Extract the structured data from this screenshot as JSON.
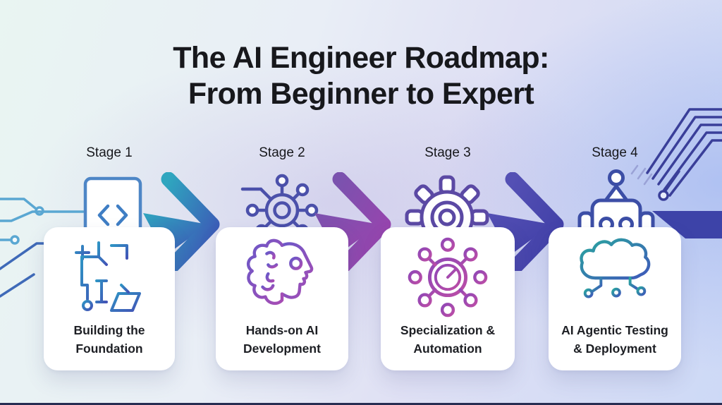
{
  "title": {
    "line1": "The AI Engineer Roadmap:",
    "line2": "From Beginner to Expert"
  },
  "stages": [
    {
      "label": "Stage 1",
      "stage_icon": "code-document-icon",
      "card": {
        "line1": "Building the",
        "line2": "Foundation",
        "icon": "circuit-foundation-icon"
      }
    },
    {
      "label": "Stage 2",
      "stage_icon": "network-hub-icon",
      "card": {
        "line1": "Hands-on AI",
        "line2": "Development",
        "icon": "brain-head-icon"
      }
    },
    {
      "label": "Stage 3",
      "stage_icon": "gear-icon",
      "card": {
        "line1": "Specialization &",
        "line2": "Automation",
        "icon": "automation-hub-icon"
      }
    },
    {
      "label": "Stage 4",
      "stage_icon": "robot-icon",
      "card": {
        "line1": "AI Agentic Testing",
        "line2": "& Deployment",
        "icon": "cloud-circuit-icon"
      }
    }
  ],
  "colors": {
    "title_text": "#17181c",
    "card_background": "#ffffff",
    "arrow1_gradient": [
      "#2fa6bf",
      "#3e4fb5"
    ],
    "arrow2_gradient": [
      "#7b52ae",
      "#9c42ae"
    ],
    "arrow3_gradient": [
      "#5450b4",
      "#3f3ea6"
    ],
    "stage1_icon_stroke": "#4e86c6",
    "stage2_icon_stroke": "#4b50aa",
    "stage3_icon_stroke": "#5b49a4",
    "stage4_icon_stroke": "#3c4ea6",
    "card1_icon_gradient": [
      "#2f93c4",
      "#4253b6"
    ],
    "card2_icon_gradient": [
      "#6a58c8",
      "#a74cb4"
    ],
    "card3_icon_gradient": [
      "#8f47b6",
      "#bc4da6"
    ],
    "card4_icon_gradient": [
      "#2aa69f",
      "#3f58ba"
    ],
    "circuit_left": "#5aa7d2",
    "circuit_right": "#3a3f99"
  }
}
